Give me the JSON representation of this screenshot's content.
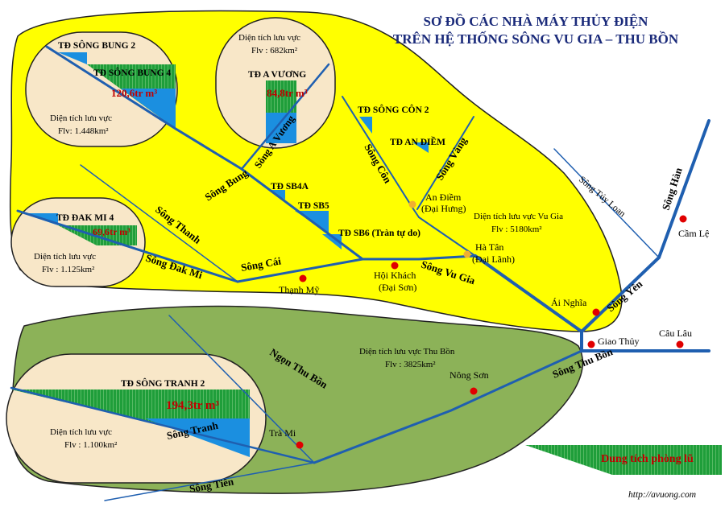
{
  "title": {
    "line1": "SƠ ĐỒ CÁC NHÀ MÁY THỦY ĐIỆN",
    "line2": "TRÊN HỆ THỐNG SÔNG VU GIA – THU BỒN"
  },
  "colors": {
    "vu_gia_basin": "#ffff00",
    "thu_bon_basin": "#8cb258",
    "sub_basin": "#f8e7c8",
    "river": "#1f5fb0",
    "reservoir_green": "#1f9e3a",
    "reservoir_blue": "#1b8fe0",
    "city_red": "#e00000",
    "dam_orange": "#f0b030"
  },
  "basins": {
    "vu_gia": {
      "label": "Diện tích lưu vực Vu Gia",
      "area": "Flv : 5180km²"
    },
    "thu_bon": {
      "label": "Diện tích lưu vực Thu Bồn",
      "area": "Flv : 3825km²"
    },
    "song_bung": {
      "label": "Diện tích lưu vực",
      "area": "Flv: 1.448km²"
    },
    "a_vuong": {
      "label": "Diện tích lưu vực",
      "area": "Flv : 682km²"
    },
    "dak_mi": {
      "label": "Diện tích lưu vực",
      "area": "Flv : 1.125km²"
    },
    "song_tranh": {
      "label": "Diện tích lưu vực",
      "area": "Flv : 1.100km²"
    }
  },
  "plants": {
    "song_bung_2": "TĐ SÔNG BUNG 2",
    "song_bung_4": "TĐ SÔNG BUNG 4",
    "song_bung_4_volume": "120,6tr m³",
    "a_vuong": "TĐ A VƯƠNG",
    "a_vuong_volume": "84,8tr m³",
    "song_con_2": "TĐ SÔNG CÔN 2",
    "an_diem": "TĐ AN ĐIỀM",
    "sb4a": "TĐ SB4A",
    "sb5": "TĐ SB5",
    "sb6": "TĐ SB6 (Tràn tự do)",
    "dak_mi_4": "TĐ ĐAK MI 4",
    "dak_mi_4_volume": "69,6tr m³",
    "song_tranh_2": "TĐ SÔNG TRANH 2",
    "song_tranh_2_volume": "194,3tr m³"
  },
  "rivers": {
    "song_bung": "Sông Bung",
    "song_a_vuong": "Sông A Vương",
    "song_con": "Sông Côn",
    "song_vang": "Sông Vàng",
    "song_thanh": "Sông Thanh",
    "song_cai": "Sông Cái",
    "song_dak_mi": "Sông Đak Mi",
    "song_vu_gia": "Sông Vu Gia",
    "song_tuy_loan": "Sông Túy Loan",
    "song_han": "Sông Hàn",
    "song_yen": "Sông Yên",
    "ngon_thu_bon": "Ngọn Thu Bồn",
    "song_thu_bon": "Sông Thu Bồn",
    "song_tranh": "Sông Tranh",
    "song_tien": "Sông Tiên"
  },
  "places": {
    "an_diem": "An Điềm",
    "an_diem_sub": "(Đại Hưng)",
    "ha_tan": "Hà Tân",
    "ha_tan_sub": "(Đại Lãnh)",
    "hoi_khach": "Hội Khách",
    "hoi_khach_sub": "(Đại Sơn)",
    "thanh_my": "Thạnh Mỹ",
    "ai_nghia": "Ái Nghĩa",
    "cam_le": "Cầm Lệ",
    "giao_thuy": "Giao Thủy",
    "cau_lau": "Câu Lâu",
    "nong_son": "Nông Sơn",
    "tra_mi": "Trà Mi"
  },
  "legend": {
    "flood_volume": "Dung tích phòng lũ"
  },
  "source_url": "http://avuong.com"
}
